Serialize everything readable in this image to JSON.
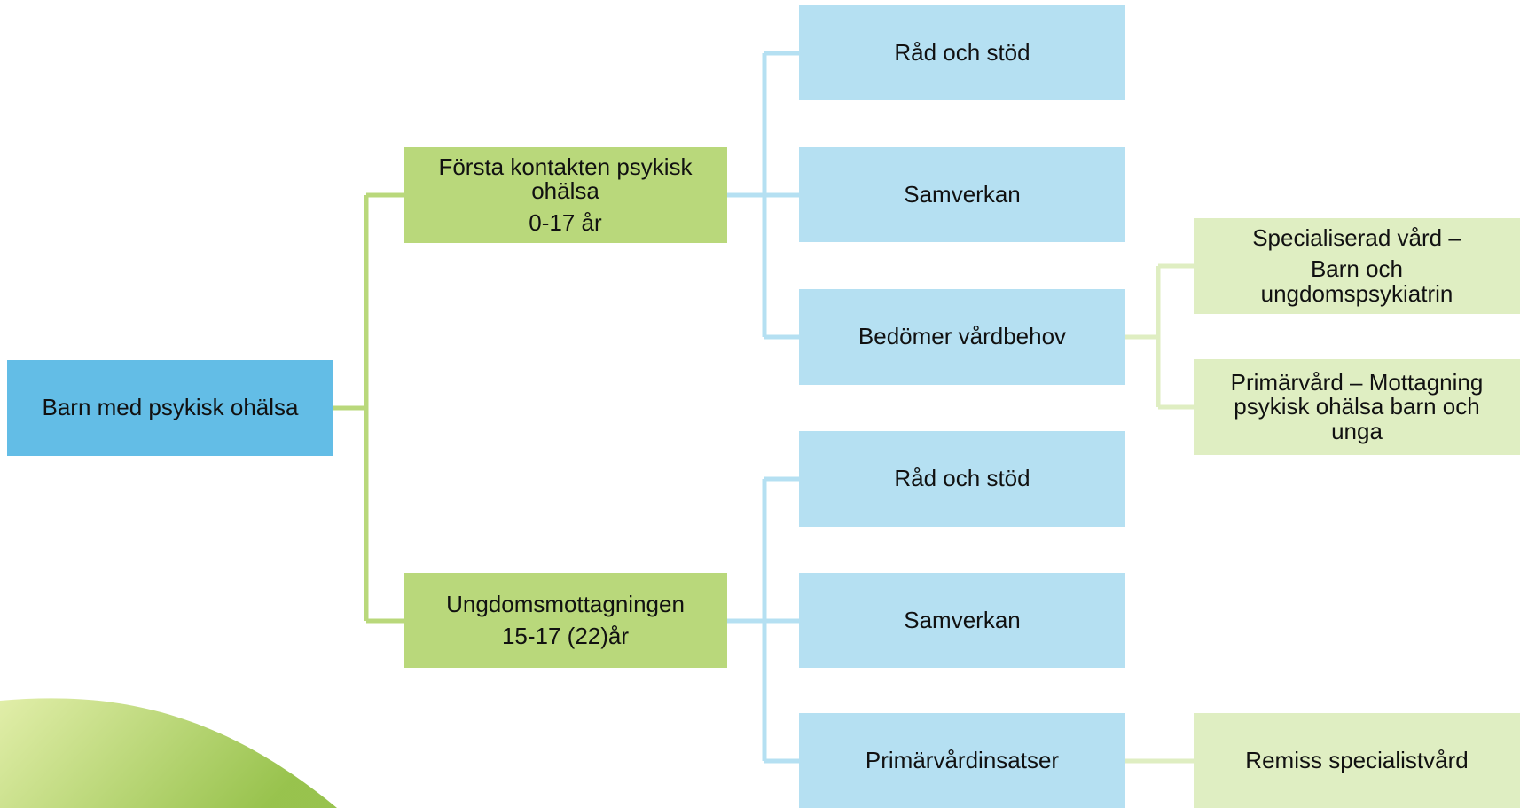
{
  "colors": {
    "root_fill": "#63bde6",
    "level1_fill": "#b9d87b",
    "level2_fill": "#b5e0f2",
    "level3_fill": "#dfeec2",
    "green_connector": "#b9d87b",
    "blue_connector": "#b5e0f2",
    "pale_connector": "#dfeec2",
    "swoosh_light": "#dceb9a",
    "swoosh_dark": "#86b82e"
  },
  "root": {
    "label": "Barn med psykisk ohälsa"
  },
  "first_contact": {
    "title_line1": "Första kontakten psykisk",
    "title_line2": "ohälsa",
    "age": "0-17 år",
    "children": {
      "advice": "Råd och stöd",
      "cooperation": "Samverkan",
      "assesses": "Bedömer vårdbehov"
    }
  },
  "care_options": {
    "specialized_line1": "Specialiserad vård –",
    "specialized_line2": "Barn och",
    "specialized_line3": "ungdomspsykiatrin",
    "primary_line1": "Primärvård – Mottagning",
    "primary_line2": "psykisk ohälsa barn och",
    "primary_line3": "unga"
  },
  "youth_clinic": {
    "title": "Ungdomsmottagningen",
    "age": "15-17 (22)år",
    "children": {
      "advice": "Råd och stöd",
      "cooperation": "Samverkan",
      "primary_care_actions": "Primärvårdinsatser"
    }
  },
  "referral": {
    "label": "Remiss specialistvård"
  }
}
